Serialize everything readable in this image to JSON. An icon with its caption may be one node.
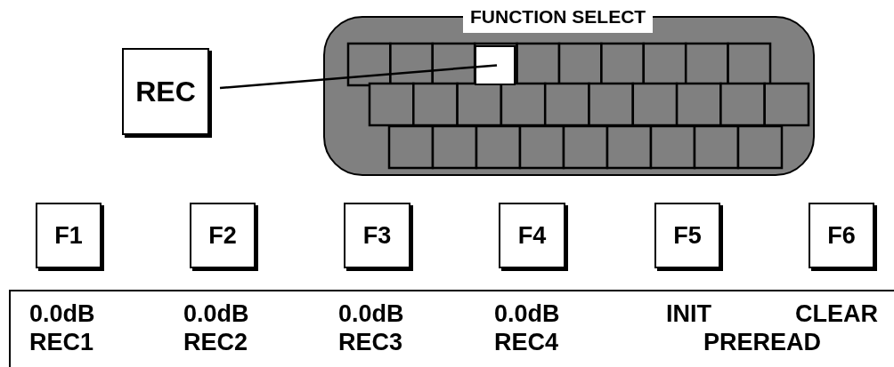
{
  "diagram": {
    "nodes": [
      {
        "text": [
          "REC"
        ]
      },
      {
        "text": [
          "FUNCTION SELECT"
        ]
      },
      {
        "text": [],
        "shape": "box",
        "in": 1
      },
      {
        "text": [
          "F1"
        ]
      },
      {
        "text": [
          "F2"
        ]
      },
      {
        "text": [
          "F3"
        ]
      },
      {
        "text": [
          "F4"
        ]
      },
      {
        "text": [
          "F5"
        ]
      },
      {
        "text": [
          "F6"
        ]
      },
      {
        "text": [
          "0.0dB",
          "0.0dB",
          "0.0dB",
          "0.0dB",
          "INIT",
          "CLEAR",
          "REC1",
          "REC2",
          "REC3",
          "REC4",
          "PREREAD"
        ]
      }
    ],
    "edges": [
      {
        "from": 0,
        "to": 2,
        "arrow": "none"
      }
    ]
  }
}
